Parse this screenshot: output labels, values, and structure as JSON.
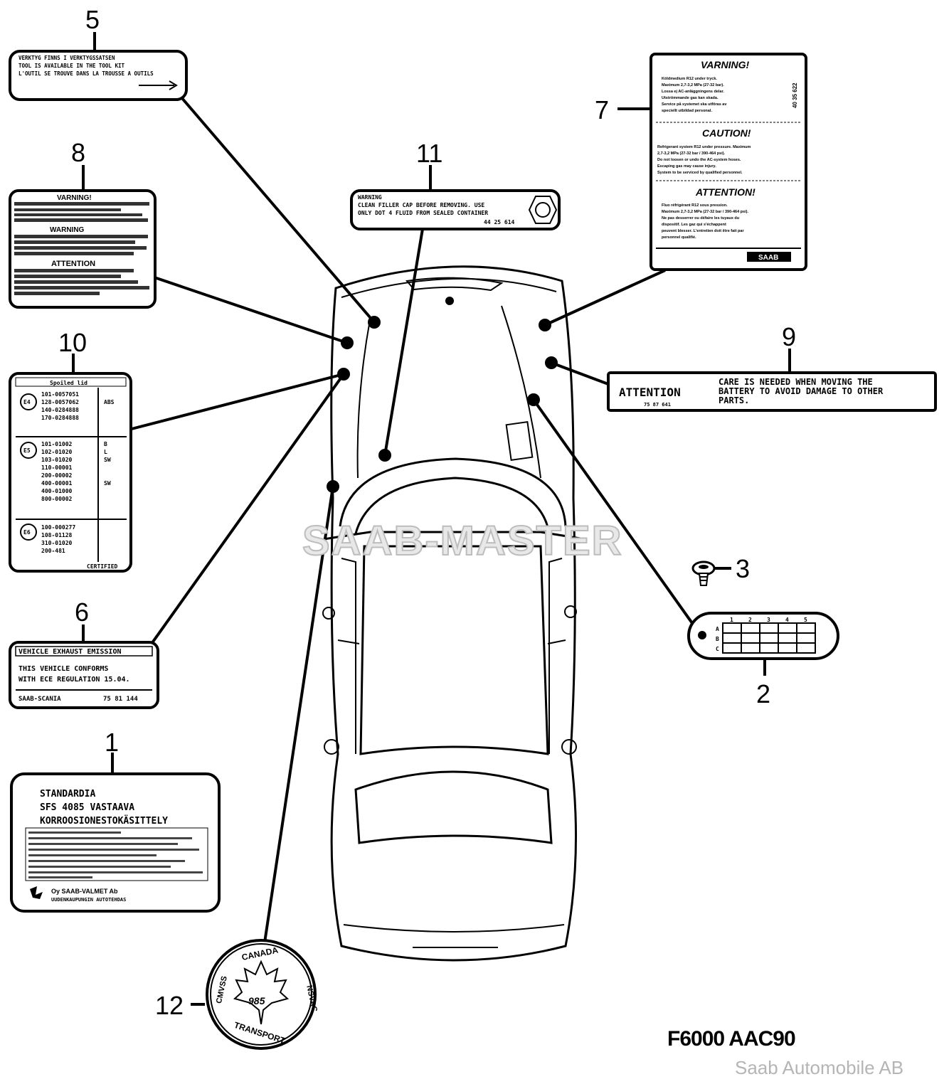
{
  "diagram_code": "F6000 AAC90",
  "watermark": "SAAB-MASTER",
  "credit": "Saab Automobile AB",
  "callouts": {
    "c1": "1",
    "c2": "2",
    "c3": "3",
    "c4": "5",
    "c5": "6",
    "c6": "7",
    "c7": "8",
    "c8": "9",
    "c9": "10",
    "c10": "11",
    "c11": "12"
  },
  "label_5": {
    "line1": "VERKTYG FINNS I VERKTYGSSATSEN",
    "line2": "TOOL IS AVAILABLE IN THE TOOL KIT",
    "line3": "L'OUTIL SE TROUVE DANS LA TROUSSE A OUTILS"
  },
  "label_7": {
    "title1": "VARNING!",
    "body1": [
      "Köldmedium R12 under tryck.",
      "Maximum 2,7-3,2 MPa (27-32 bar).",
      "Lossa ej AC-anläggningens delar.",
      "Utströmmande gas kan skada.",
      "Service på systemet ska utföras av",
      "speciellt utbildad personal."
    ],
    "side_code": "40 35 622",
    "title2": "CAUTION!",
    "body2": [
      "Refrigerant system R12 under pressure. Maximum",
      "2,7-3,2 MPa (27-32 bar / 390-464 psi).",
      "Do not loosen or undo the AC-system hoses.",
      "Escaping gas may cause injury.",
      "System to be serviced by qualified personnel."
    ],
    "title3": "ATTENTION!",
    "body3": [
      "Fluo réfrigérant R12 sous pression.",
      "Maximum 2,7-3,2 MPa (27-32 bar / 390-464 psi).",
      "Ne pas desserrer ou défaire les tuyaux du",
      "dispositif. Les gaz qui s'échappent",
      "peuvent blesser. L'entretien doit être fait par",
      "personnel qualifié."
    ],
    "logo": "SAAB"
  },
  "label_8": {
    "title1": "VARNING!",
    "title2": "WARNING",
    "title3": "ATTENTION"
  },
  "label_11": {
    "line1": "WARNING",
    "line2": "CLEAN FILLER CAP BEFORE REMOVING. USE",
    "line3": "ONLY DOT 4 FLUID FROM SEALED CONTAINER",
    "part_no": "44 25 614"
  },
  "label_9": {
    "left": "ATTENTION",
    "part_no": "75 87 641",
    "line1": "CARE IS NEEDED WHEN MOVING THE",
    "line2": "BATTERY TO AVOID DAMAGE TO OTHER",
    "line3": "PARTS."
  },
  "label_10": {
    "header": "Spoiled lid",
    "marks": [
      "E4",
      "E5",
      "E6"
    ],
    "group1": [
      "101-0057051",
      "128-0057062",
      "140-0284888",
      "170-0284888"
    ],
    "group1_tag": "ABS",
    "group2": [
      "101-01002",
      "102-01020",
      "103-01020",
      "110-00001",
      "200-00002",
      "400-00001",
      "400-01000",
      "800-00002"
    ],
    "group2_tags": [
      "B",
      "L",
      "SW",
      "SW"
    ],
    "group3": [
      "100-000277",
      "108-01128",
      "310-01020",
      "200-481"
    ],
    "footer": "CERTIFIED"
  },
  "label_6": {
    "header": "VEHICLE EXHAUST EMISSION",
    "line1": "THIS VEHICLE CONFORMS",
    "line2": "WITH ECE REGULATION 15.04.",
    "brand": "SAAB-SCANIA",
    "part_no": "75 81 144"
  },
  "label_1": {
    "line1": "STANDARDIA",
    "line2": "SFS 4085 VASTAAVA",
    "line3": "KORROOSIONESTOKÄSITTELY",
    "brand": "Oy SAAB-VALMET Ab",
    "brand_sub": "UUDENKAUPUNGIN AUTOTEHDAS"
  },
  "label_2": {
    "cols": [
      "1",
      "2",
      "3",
      "4",
      "5"
    ],
    "rows": [
      "A",
      "B",
      "C"
    ]
  },
  "label_12": {
    "top": "CANADA",
    "left": "CMVSS",
    "right": "NSVAC",
    "bottom": "TRANSPORT",
    "center": "985"
  },
  "colors": {
    "ink": "#000000",
    "paper": "#ffffff",
    "watermark": "#bdbdbd",
    "credit": "#b5b5b5"
  }
}
